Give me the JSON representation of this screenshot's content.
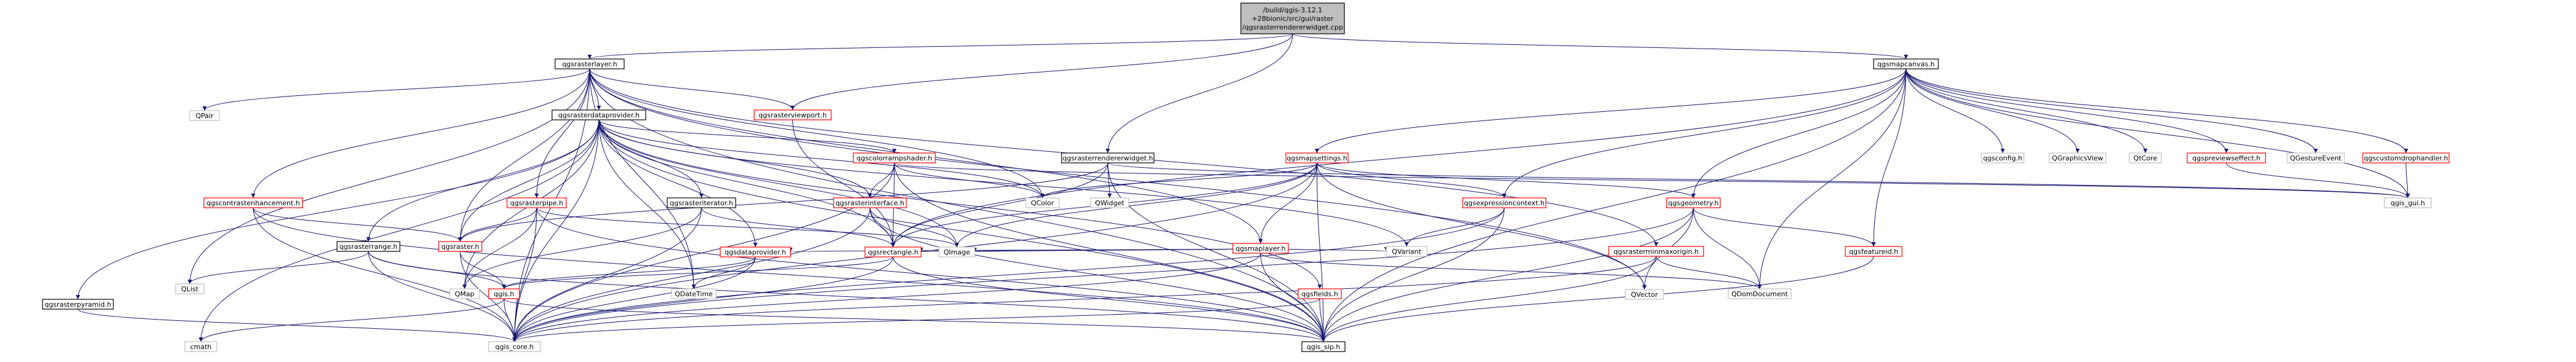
{
  "diagram": {
    "colors": {
      "edge": "#191970",
      "node_border_black": "#000000",
      "node_border_red": "#ff0000",
      "node_border_gray": "#bfbfbf",
      "root_fill": "#bfbfbf",
      "node_fill": "#ffffff"
    },
    "nodes": [
      {
        "id": "root",
        "lines": [
          "/build/qgis-3.12.1",
          "+28bionic/src/gui/raster",
          "/qgsrasterrendererwidget.cpp"
        ],
        "border": "black",
        "fill": "gray"
      },
      {
        "id": "qgsrasterlayer",
        "lines": [
          "qgsrasterlayer.h"
        ],
        "border": "black"
      },
      {
        "id": "qgsmapcanvas",
        "lines": [
          "qgsmapcanvas.h"
        ],
        "border": "black"
      },
      {
        "id": "qgsrasterrendererwidget",
        "lines": [
          "qgsrasterrendererwidget.h"
        ],
        "border": "black"
      },
      {
        "id": "qpair",
        "lines": [
          "QPair"
        ],
        "border": "gray"
      },
      {
        "id": "qgsrasterdataprovider",
        "lines": [
          "qgsrasterdataprovider.h"
        ],
        "border": "black"
      },
      {
        "id": "qgsrasterviewport",
        "lines": [
          "qgsrasterviewport.h"
        ],
        "border": "red"
      },
      {
        "id": "qgscontrastenhancement",
        "lines": [
          "qgscontrastenhancement.h"
        ],
        "border": "red"
      },
      {
        "id": "qgsrasterpyramid",
        "lines": [
          "qgsrasterpyramid.h"
        ],
        "border": "black"
      },
      {
        "id": "qgscolorrampshader",
        "lines": [
          "qgscolorrampshader.h"
        ],
        "border": "red"
      },
      {
        "id": "qgsrasterinterface",
        "lines": [
          "qgsrasterinterface.h"
        ],
        "border": "red"
      },
      {
        "id": "qgsrasteriterator",
        "lines": [
          "qgsrasteriterator.h"
        ],
        "border": "black"
      },
      {
        "id": "qgsrasterpipe",
        "lines": [
          "qgsrasterpipe.h"
        ],
        "border": "red"
      },
      {
        "id": "qgsrasterrange",
        "lines": [
          "qgsrasterrange.h"
        ],
        "border": "black"
      },
      {
        "id": "qgsraster",
        "lines": [
          "qgsraster.h"
        ],
        "border": "red"
      },
      {
        "id": "qgsdataprovider",
        "lines": [
          "qgsdataprovider.h"
        ],
        "border": "red"
      },
      {
        "id": "qgsrectangle",
        "lines": [
          "qgsrectangle.h"
        ],
        "border": "red"
      },
      {
        "id": "qgsmaplayer",
        "lines": [
          "qgsmaplayer.h"
        ],
        "border": "red"
      },
      {
        "id": "qgsmapsettings",
        "lines": [
          "qgsmapsettings.h"
        ],
        "border": "red"
      },
      {
        "id": "qgsexpressioncontext",
        "lines": [
          "qgsexpressioncontext.h"
        ],
        "border": "red"
      },
      {
        "id": "qgsgeometry",
        "lines": [
          "qgsgeometry.h"
        ],
        "border": "red"
      },
      {
        "id": "qgsrasterminmaxorigin",
        "lines": [
          "qgsrasterminmaxorigin.h"
        ],
        "border": "red"
      },
      {
        "id": "qgsfeatureid",
        "lines": [
          "qgsfeatureid.h"
        ],
        "border": "red"
      },
      {
        "id": "qgsfields",
        "lines": [
          "qgsfields.h"
        ],
        "border": "red"
      },
      {
        "id": "qgsconfig",
        "lines": [
          "qgsconfig.h"
        ],
        "border": "gray"
      },
      {
        "id": "qgraphicsview",
        "lines": [
          "QGraphicsView"
        ],
        "border": "gray"
      },
      {
        "id": "qtcore",
        "lines": [
          "QtCore"
        ],
        "border": "gray"
      },
      {
        "id": "qgspreviewquickeffect",
        "lines": [
          "qgspreviewseffect.h"
        ],
        "border": "red"
      },
      {
        "id": "qgestureevent",
        "lines": [
          "QGestureEvent"
        ],
        "border": "gray"
      },
      {
        "id": "qgscustomdrophandler",
        "lines": [
          "qgscustomdrophandler.h"
        ],
        "border": "red"
      },
      {
        "id": "qgis_gui",
        "lines": [
          "qgis_gui.h"
        ],
        "border": "gray"
      },
      {
        "id": "qgis",
        "lines": [
          "qgis.h"
        ],
        "border": "red"
      },
      {
        "id": "qgis_core",
        "lines": [
          "qgis_core.h"
        ],
        "border": "gray"
      },
      {
        "id": "qgis_sip",
        "lines": [
          "qgis_sip.h"
        ],
        "border": "black"
      },
      {
        "id": "cmath",
        "lines": [
          "cmath"
        ],
        "border": "gray"
      },
      {
        "id": "qlist",
        "lines": [
          "QList"
        ],
        "border": "gray"
      },
      {
        "id": "qmap",
        "lines": [
          "QMap"
        ],
        "border": "gray"
      },
      {
        "id": "qdatetime",
        "lines": [
          "QDateTime"
        ],
        "border": "gray"
      },
      {
        "id": "qimage",
        "lines": [
          "QImage"
        ],
        "border": "gray"
      },
      {
        "id": "qcolor",
        "lines": [
          "QColor"
        ],
        "border": "gray"
      },
      {
        "id": "qwidget",
        "lines": [
          "QWidget"
        ],
        "border": "gray"
      },
      {
        "id": "qvariant",
        "lines": [
          "QVariant"
        ],
        "border": "gray"
      },
      {
        "id": "qvector",
        "lines": [
          "QVector"
        ],
        "border": "gray"
      },
      {
        "id": "qdomdocument",
        "lines": [
          "QDomDocument"
        ],
        "border": "gray"
      }
    ],
    "edges": [
      [
        "root",
        "qgsrasterlayer"
      ],
      [
        "root",
        "qgsmapcanvas"
      ],
      [
        "root",
        "qgsrasterrendererwidget"
      ],
      [
        "root",
        "qgsrasterviewport"
      ],
      [
        "qgsrasterlayer",
        "qpair"
      ],
      [
        "qgsrasterlayer",
        "qgsrasterdataprovider"
      ],
      [
        "qgsrasterlayer",
        "qgsrasterviewport"
      ],
      [
        "qgsrasterlayer",
        "qgscontrastenhancement"
      ],
      [
        "qgsrasterlayer",
        "qgsrasterpipe"
      ],
      [
        "qgsrasterlayer",
        "qgsraster"
      ],
      [
        "qgsrasterlayer",
        "qgsmaplayer"
      ],
      [
        "qgsrasterlayer",
        "qgsrasterminmaxorigin"
      ],
      [
        "qgsrasterlayer",
        "qgis_core"
      ],
      [
        "qgsrasterlayer",
        "qgis_sip"
      ],
      [
        "qgsrasterlayer",
        "qlist"
      ],
      [
        "qgsrasterlayer",
        "qcolor"
      ],
      [
        "qgsrasterlayer",
        "qvector"
      ],
      [
        "qgsrasterlayer",
        "qdatetime"
      ],
      [
        "qgsrasterdataprovider",
        "qgsrasterpyramid"
      ],
      [
        "qgsrasterdataprovider",
        "qgscolorrampshader"
      ],
      [
        "qgsrasterdataprovider",
        "qgsrasterinterface"
      ],
      [
        "qgsrasterdataprovider",
        "qgsrasteriterator"
      ],
      [
        "qgsrasterdataprovider",
        "qgsrasterrange"
      ],
      [
        "qgsrasterdataprovider",
        "qgsraster"
      ],
      [
        "qgsrasterdataprovider",
        "qgsdataprovider"
      ],
      [
        "qgsrasterdataprovider",
        "qgsrectangle"
      ],
      [
        "qgsrasterdataprovider",
        "qgsfields"
      ],
      [
        "qgsrasterdataprovider",
        "qgis_core"
      ],
      [
        "qgsrasterdataprovider",
        "qgis_sip"
      ],
      [
        "qgsrasterdataprovider",
        "cmath"
      ],
      [
        "qgsrasterdataprovider",
        "qmap"
      ],
      [
        "qgsrasterdataprovider",
        "qimage"
      ],
      [
        "qgsrasterdataprovider",
        "qvariant"
      ],
      [
        "qgsrasterdataprovider",
        "qdatetime"
      ],
      [
        "qgsrasterdataprovider",
        "qcolor"
      ],
      [
        "qgsrasterviewport",
        "qgsrectangle"
      ],
      [
        "qgscontrastenhancement",
        "qgsraster"
      ],
      [
        "qgscontrastenhancement",
        "qgis_core"
      ],
      [
        "qgscontrastenhancement",
        "qgis_sip"
      ],
      [
        "qgsrasterpyramid",
        "qgis_core"
      ],
      [
        "qgscolorrampshader",
        "qgsrasterinterface"
      ],
      [
        "qgscolorrampshader",
        "qgsrectangle"
      ],
      [
        "qgscolorrampshader",
        "qcolor"
      ],
      [
        "qgscolorrampshader",
        "qgis_core"
      ],
      [
        "qgscolorrampshader",
        "qgis_sip"
      ],
      [
        "qgscolorrampshader",
        "qgis_gui"
      ],
      [
        "qgsrasterinterface",
        "qgsrectangle"
      ],
      [
        "qgsrasterinterface",
        "qimage"
      ],
      [
        "qgsrasterinterface",
        "qgis_core"
      ],
      [
        "qgsrasterinterface",
        "qgis_sip"
      ],
      [
        "qgsrasteriterator",
        "qgsrectangle"
      ],
      [
        "qgsrasteriterator",
        "qmap"
      ],
      [
        "qgsrasteriterator",
        "qgis_core"
      ],
      [
        "qgsrasterpipe",
        "qgsraster"
      ],
      [
        "qgsrasterpipe",
        "qmap"
      ],
      [
        "qgsrasterpipe",
        "qimage"
      ],
      [
        "qgsrasterpipe",
        "qgis_core"
      ],
      [
        "qgsrasterpipe",
        "qgis_sip"
      ],
      [
        "qgsrasterrange",
        "qgis"
      ],
      [
        "qgsrasterrange",
        "qlist"
      ],
      [
        "qgsrasterrange",
        "qgis_core"
      ],
      [
        "qgsrasterrange",
        "qgis_sip"
      ],
      [
        "qgsraster",
        "qgis"
      ],
      [
        "qgsraster",
        "qgis_core"
      ],
      [
        "qgsdataprovider",
        "qgis"
      ],
      [
        "qgsdataprovider",
        "qdatetime"
      ],
      [
        "qgsdataprovider",
        "qgis_core"
      ],
      [
        "qgsrectangle",
        "qgis"
      ],
      [
        "qgsrectangle",
        "qgis_core"
      ],
      [
        "qgsrectangle",
        "qgis_sip"
      ],
      [
        "qgis",
        "cmath"
      ],
      [
        "qgis",
        "qgis_core"
      ],
      [
        "qgis",
        "qgis_sip"
      ],
      [
        "qgsmaplayer",
        "qgsrectangle"
      ],
      [
        "qgsmaplayer",
        "qgsdataprovider"
      ],
      [
        "qgsmaplayer",
        "qimage"
      ],
      [
        "qgsmaplayer",
        "qvariant"
      ],
      [
        "qgsmaplayer",
        "qdomdocument"
      ],
      [
        "qgsmaplayer",
        "qgis_core"
      ],
      [
        "qgsmaplayer",
        "qgis_sip"
      ],
      [
        "qgsrasterrendererwidget",
        "qgsrectangle"
      ],
      [
        "qgsrasterrendererwidget",
        "qwidget"
      ],
      [
        "qgsrasterrendererwidget",
        "qgis_gui"
      ],
      [
        "qgsrasterrendererwidget",
        "qgis_sip"
      ],
      [
        "qgsrasterrendererwidget",
        "qgsraster"
      ],
      [
        "qgsmapcanvas",
        "qgsmapsettings"
      ],
      [
        "qgsmapcanvas",
        "qgsconfig"
      ],
      [
        "qgsmapcanvas",
        "qgraphicsview"
      ],
      [
        "qgsmapcanvas",
        "qtcore"
      ],
      [
        "qgsmapcanvas",
        "qgspreviewquickeffect"
      ],
      [
        "qgsmapcanvas",
        "qgestureevent"
      ],
      [
        "qgsmapcanvas",
        "qgscustomdrophandler"
      ],
      [
        "qgsmapcanvas",
        "qgis_gui"
      ],
      [
        "qgsmapcanvas",
        "qgsexpressioncontext"
      ],
      [
        "qgsmapcanvas",
        "qgsgeometry"
      ],
      [
        "qgsmapcanvas",
        "qgsfeatureid"
      ],
      [
        "qgsmapcanvas",
        "qgsrectangle"
      ],
      [
        "qgsmapcanvas",
        "qgis_sip"
      ],
      [
        "qgsmapcanvas",
        "qdomdocument"
      ],
      [
        "qgsmapsettings",
        "qgsmaplayer"
      ],
      [
        "qgsmapsettings",
        "qgsrectangle"
      ],
      [
        "qgsmapsettings",
        "qgsexpressioncontext"
      ],
      [
        "qgsmapsettings",
        "qgsgeometry"
      ],
      [
        "qgsmapsettings",
        "qcolor"
      ],
      [
        "qgsmapsettings",
        "qimage"
      ],
      [
        "qgsmapsettings",
        "qvector"
      ],
      [
        "qgsmapsettings",
        "qgis_core"
      ],
      [
        "qgsmapsettings",
        "qgis_sip"
      ],
      [
        "qgsexpressioncontext",
        "qvariant"
      ],
      [
        "qgsexpressioncontext",
        "qgis_core"
      ],
      [
        "qgsexpressioncontext",
        "qgis_sip"
      ],
      [
        "qgsgeometry",
        "qgsfeatureid"
      ],
      [
        "qgsgeometry",
        "qvector"
      ],
      [
        "qgsgeometry",
        "qdomdocument"
      ],
      [
        "qgsgeometry",
        "qgis_core"
      ],
      [
        "qgsgeometry",
        "qgis_sip"
      ],
      [
        "qgsrasterminmaxorigin",
        "qdomdocument"
      ],
      [
        "qgsrasterminmaxorigin",
        "qgis_core"
      ],
      [
        "qgsrasterminmaxorigin",
        "qgis_sip"
      ],
      [
        "qgsfeatureid",
        "qgis_sip"
      ],
      [
        "qgsfields",
        "qgis_core"
      ],
      [
        "qgsfields",
        "qgis_sip"
      ],
      [
        "qgspreviewquickeffect",
        "qgis_gui"
      ],
      [
        "qgscustomdrophandler",
        "qgis_gui"
      ]
    ]
  }
}
